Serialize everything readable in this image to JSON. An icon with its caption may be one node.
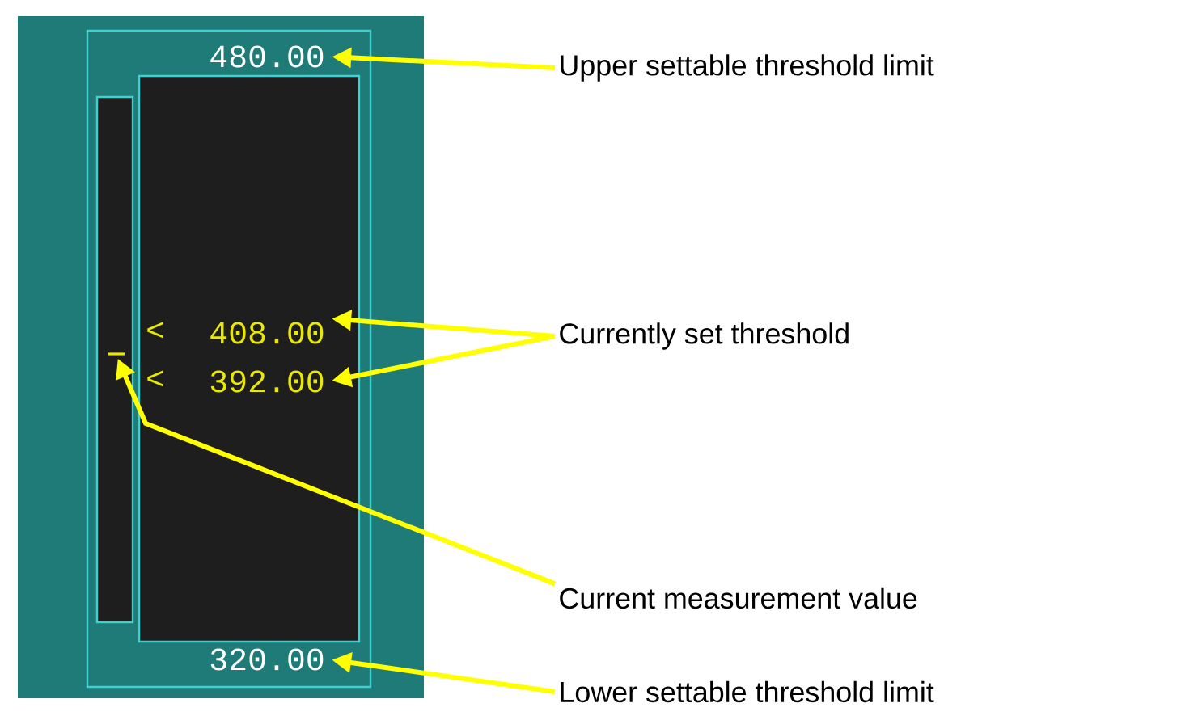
{
  "diagram": {
    "nodes": [
      {
        "text": [
          "480.00"
        ]
      },
      {
        "text": [
          "408.00"
        ]
      },
      {
        "text": [
          "392.00"
        ]
      },
      {
        "text": [
          "320.00"
        ]
      },
      {
        "text": [],
        "shape": "bar"
      },
      {
        "text": [
          "Upper settable threshold limit"
        ]
      },
      {
        "text": [
          "Currently set threshold"
        ]
      },
      {
        "text": [
          "Current measurement value"
        ]
      },
      {
        "text": [
          "Lower settable threshold limit"
        ]
      }
    ],
    "edges": [
      {
        "from": 5,
        "to": 0,
        "arrow": "to"
      },
      {
        "from": 6,
        "to": 1,
        "arrow": "to"
      },
      {
        "from": 6,
        "to": 2,
        "arrow": "to"
      },
      {
        "from": 7,
        "to": 4,
        "arrow": "to"
      },
      {
        "from": 8,
        "to": 3,
        "arrow": "to"
      }
    ],
    "labels": [
      "<",
      "<"
    ]
  }
}
